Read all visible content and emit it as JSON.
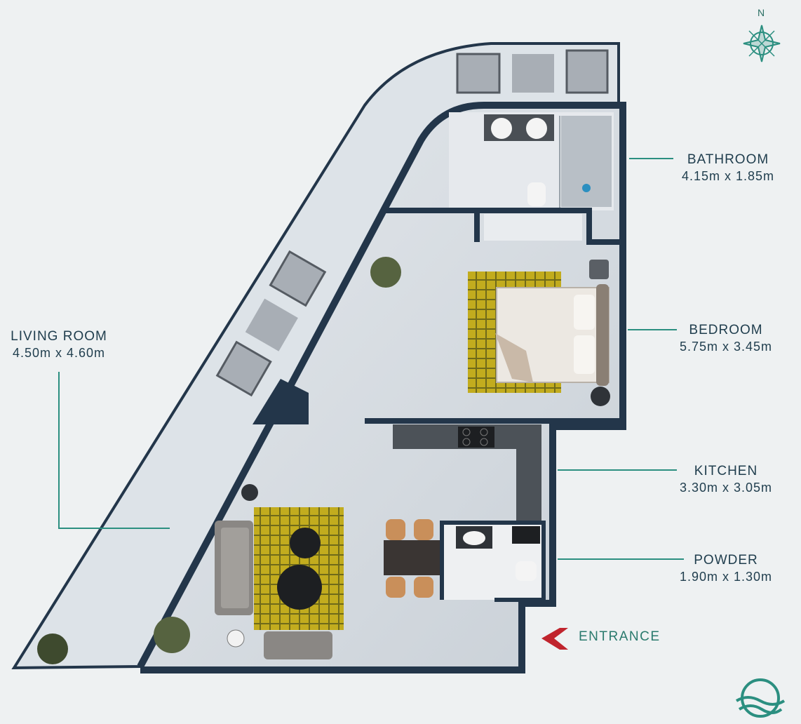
{
  "compass": {
    "north_label": "N"
  },
  "rooms": {
    "bathroom": {
      "name": "BATHROOM",
      "size": "4.15m x 1.85m"
    },
    "bedroom": {
      "name": "BEDROOM",
      "size": "5.75m x 3.45m"
    },
    "kitchen": {
      "name": "KITCHEN",
      "size": "3.30m x 3.05m"
    },
    "powder": {
      "name": "POWDER",
      "size": "1.90m x 1.30m"
    },
    "living_room": {
      "name": "LIVING ROOM",
      "size": "4.50m x 4.60m"
    }
  },
  "entrance": {
    "label": "ENTRANCE"
  },
  "colors": {
    "accent": "#2b8f80",
    "entrance_arrow": "#c0242d",
    "wall": "#23364a",
    "rug": "#b8a21a"
  }
}
